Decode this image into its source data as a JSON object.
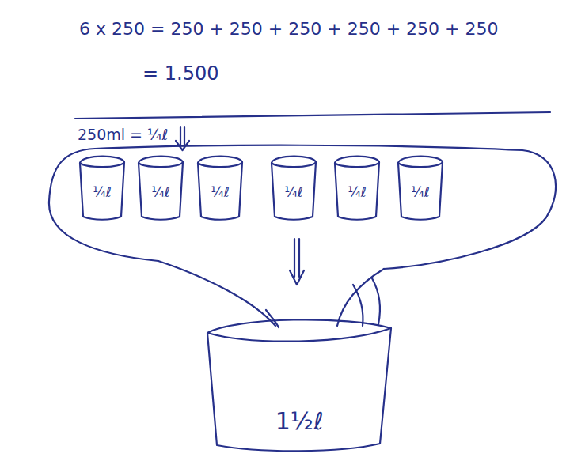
{
  "diagram": {
    "nodes": [
      {
        "text": [
          "¼ℓ"
        ]
      },
      {
        "text": [
          "¼ℓ"
        ]
      },
      {
        "text": [
          "¼ℓ"
        ]
      },
      {
        "text": [
          "¼ℓ"
        ]
      },
      {
        "text": [
          "¼ℓ"
        ]
      },
      {
        "text": [
          "¼ℓ"
        ]
      },
      {
        "text": [
          "1½ℓ"
        ]
      }
    ],
    "labels": [
      "6 x 250 = 250 + 250 + 250 + 250 + 250 + 250",
      "= 1.500",
      "250ml = ¼ℓ"
    ]
  }
}
